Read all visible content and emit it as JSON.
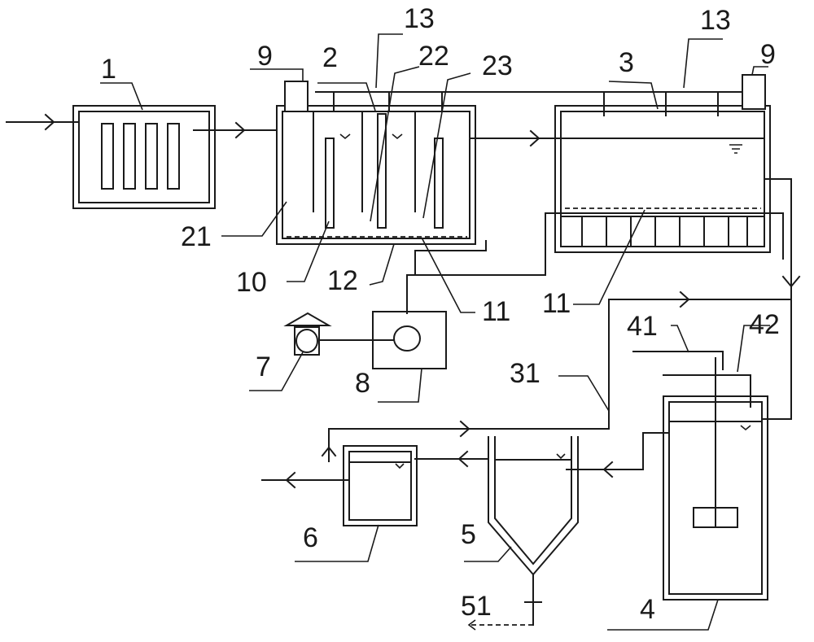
{
  "labels": {
    "l1": "1",
    "l2": "2",
    "l3": "3",
    "l4": "4",
    "l5": "5",
    "l6": "6",
    "l7": "7",
    "l8": "8",
    "l9a": "9",
    "l9b": "9",
    "l10": "10",
    "l11a": "11",
    "l11b": "11",
    "l12": "12",
    "l13a": "13",
    "l13b": "13",
    "l21": "21",
    "l22": "22",
    "l23": "23",
    "l31": "31",
    "l41": "41",
    "l42": "42",
    "l51": "51"
  }
}
